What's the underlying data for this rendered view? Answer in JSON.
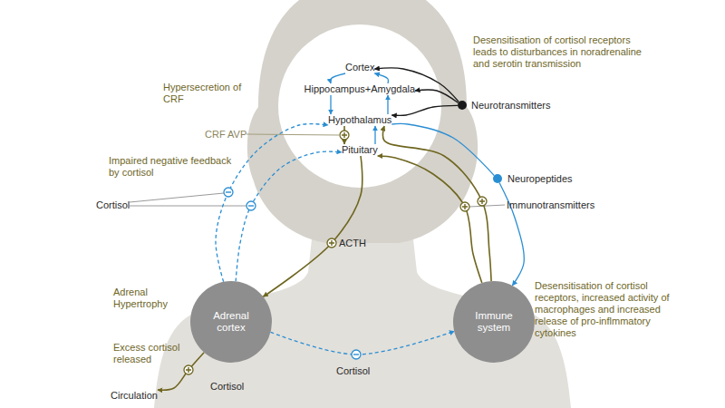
{
  "diagram": {
    "nodes": [
      {
        "text": [
          "Cortex"
        ]
      },
      {
        "text": [
          "Hippocampus+Amygdala"
        ]
      },
      {
        "text": [
          "Hypothalamus"
        ]
      },
      {
        "text": [
          "Pituitary"
        ]
      },
      {
        "text": [
          "Neurotransmitters"
        ]
      },
      {
        "text": [
          "Neuropeptides"
        ]
      },
      {
        "text": [
          "Adrenal cortex"
        ]
      },
      {
        "text": [
          "Immune system"
        ]
      },
      {
        "text": [
          "Circulation"
        ]
      }
    ],
    "edges": [
      {
        "from": 0,
        "to": 1,
        "arrow": "to"
      },
      {
        "from": 1,
        "to": 0,
        "arrow": "to"
      },
      {
        "from": 1,
        "to": 2,
        "arrow": "to"
      },
      {
        "from": 2,
        "to": 1,
        "arrow": "to"
      },
      {
        "from": 2,
        "to": 3,
        "label": "CRF AVP",
        "arrow": "to"
      },
      {
        "from": 3,
        "to": 2,
        "arrow": "to"
      },
      {
        "from": 4,
        "to": 0,
        "arrow": "to"
      },
      {
        "from": 4,
        "to": 1,
        "arrow": "to"
      },
      {
        "from": 4,
        "to": 2,
        "arrow": "to"
      },
      {
        "from": 2,
        "to": 5,
        "arrow": "none"
      },
      {
        "from": 5,
        "to": 7,
        "arrow": "to"
      },
      {
        "from": 3,
        "to": 6,
        "label": "ACTH",
        "arrow": "to"
      },
      {
        "from": 6,
        "to": 2,
        "arrow": "to"
      },
      {
        "from": 6,
        "to": 3,
        "arrow": "to"
      },
      {
        "from": 6,
        "to": 7,
        "label": "Cortisol",
        "arrow": "to"
      },
      {
        "from": 6,
        "to": 8,
        "label": "Cortisol",
        "arrow": "to"
      },
      {
        "from": 7,
        "to": 2,
        "arrow": "to"
      },
      {
        "from": 7,
        "to": 3,
        "arrow": "to"
      }
    ],
    "labels": [
      "Desensitisation of cortisol receptors leads to disturbances in noradrenaline and serotin transmission",
      "Hypersecretion of CRF",
      "Impaired negative feedback by cortisol",
      "Cortisol",
      "Immunotransmitters",
      "Adrenal Hypertrophy",
      "Desensitisation of cortisol receptors, increased activity of macrophages and increased release of pro-inflmmatory cytokines",
      "Excess cortisol released"
    ]
  }
}
